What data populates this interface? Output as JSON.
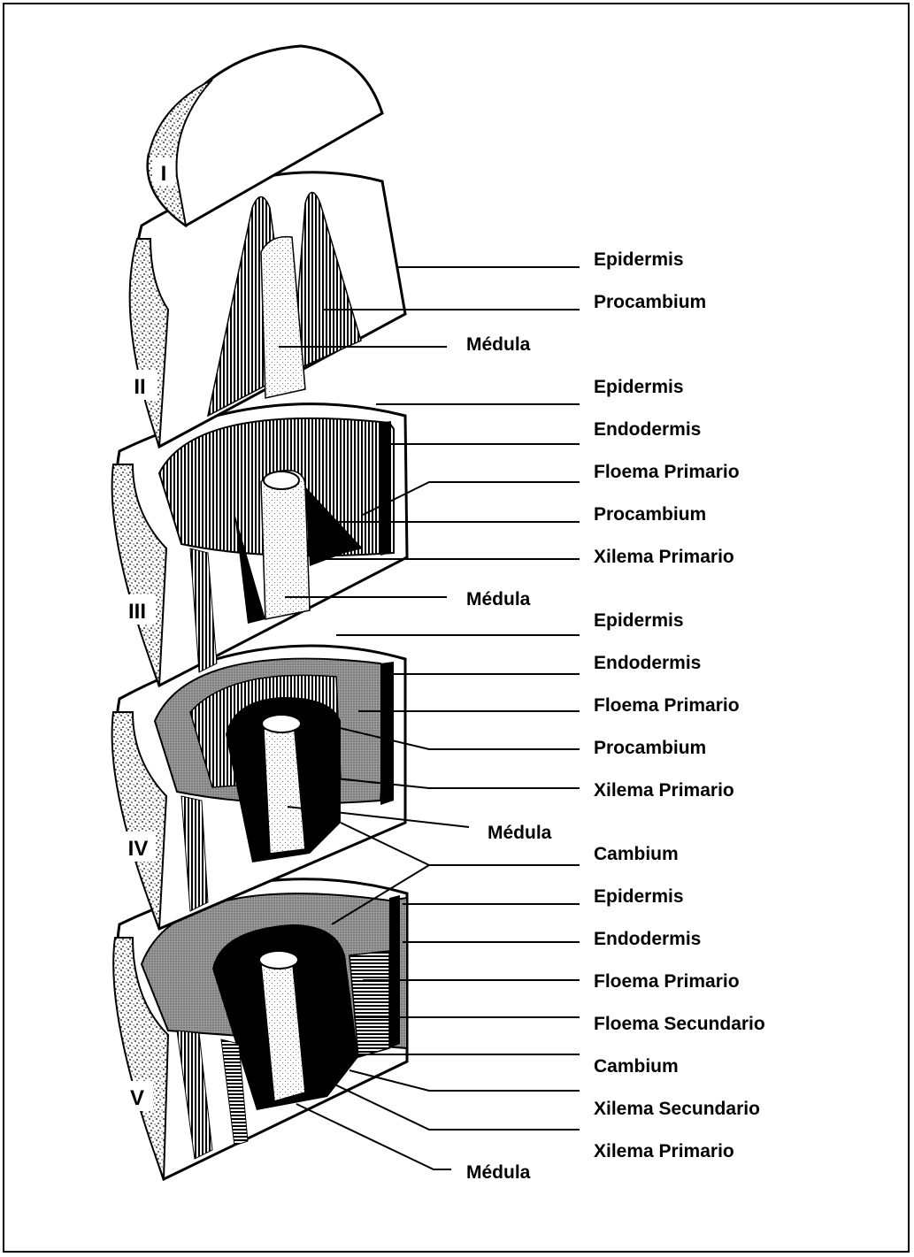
{
  "stages": [
    {
      "numeral": "I"
    },
    {
      "numeral": "II"
    },
    {
      "numeral": "III"
    },
    {
      "numeral": "IV"
    },
    {
      "numeral": "V"
    }
  ],
  "labels": {
    "s2_epidermis": "Epidermis",
    "s2_procambium": "Procambium",
    "s2_medula": "Médula",
    "s3_epidermis": "Epidermis",
    "s3_endodermis": "Endodermis",
    "s3_floema": "Floema Primario",
    "s3_procambium": "Procambium",
    "s3_xilema": "Xilema Primario",
    "s3_medula": "Médula",
    "s4_epidermis": "Epidermis",
    "s4_endodermis": "Endodermis",
    "s4_floema": "Floema Primario",
    "s4_procambium": "Procambium",
    "s4_xilema": "Xilema Primario",
    "s4_medula": "Médula",
    "s4_cambium": "Cambium",
    "s5_epidermis": "Epidermis",
    "s5_endodermis": "Endodermis",
    "s5_floema": "Floema Primario",
    "s5_floema_sec": "Floema Secundario",
    "s5_cambium": "Cambium",
    "s5_xilema_sec": "Xilema Secundario",
    "s5_xilema": "Xilema Primario",
    "s5_medula": "Médula"
  }
}
